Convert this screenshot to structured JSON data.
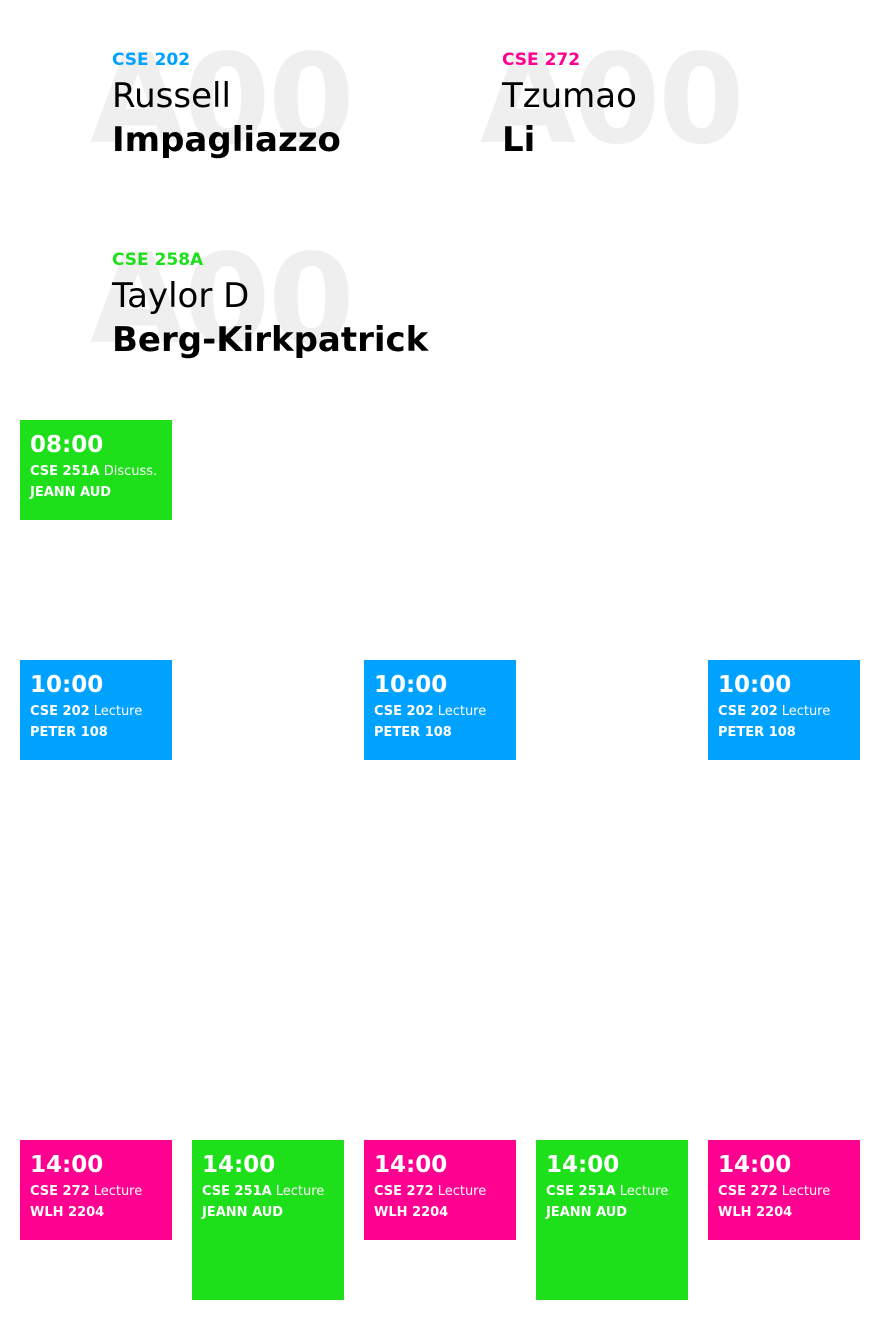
{
  "colors": {
    "cse202": "#00a2ff",
    "cse272": "#ff0090",
    "cse251a": "#1ee01a",
    "cse258a": "#1ee01a",
    "watermark": "#efefef"
  },
  "instructors": [
    {
      "course": "CSE 202",
      "section": "A00",
      "first": "Russell",
      "last": "Impagliazzo",
      "color": "#00a2ff"
    },
    {
      "course": "CSE 272",
      "section": "A00",
      "first": "Tzumao",
      "last": "Li",
      "color": "#ff0090"
    },
    {
      "course": "CSE 258A",
      "section": "A00",
      "first": "Taylor D",
      "last": "Berg-Kirkpatrick",
      "color": "#1ee01a"
    }
  ],
  "blocks": [
    {
      "time": "08:00",
      "course": "CSE 251A",
      "type": "Discuss.",
      "room": "JEANN AUD",
      "color": "#1ee01a"
    },
    {
      "time": "10:00",
      "course": "CSE 202",
      "type": "Lecture",
      "room": "PETER 108",
      "color": "#00a2ff"
    },
    {
      "time": "10:00",
      "course": "CSE 202",
      "type": "Lecture",
      "room": "PETER 108",
      "color": "#00a2ff"
    },
    {
      "time": "10:00",
      "course": "CSE 202",
      "type": "Lecture",
      "room": "PETER 108",
      "color": "#00a2ff"
    },
    {
      "time": "14:00",
      "course": "CSE 272",
      "type": "Lecture",
      "room": "WLH 2204",
      "color": "#ff0090"
    },
    {
      "time": "14:00",
      "course": "CSE 251A",
      "type": "Lecture",
      "room": "JEANN AUD",
      "color": "#1ee01a"
    },
    {
      "time": "14:00",
      "course": "CSE 272",
      "type": "Lecture",
      "room": "WLH 2204",
      "color": "#ff0090"
    },
    {
      "time": "14:00",
      "course": "CSE 251A",
      "type": "Lecture",
      "room": "JEANN AUD",
      "color": "#1ee01a"
    },
    {
      "time": "14:00",
      "course": "CSE 272",
      "type": "Lecture",
      "room": "WLH 2204",
      "color": "#ff0090"
    }
  ]
}
